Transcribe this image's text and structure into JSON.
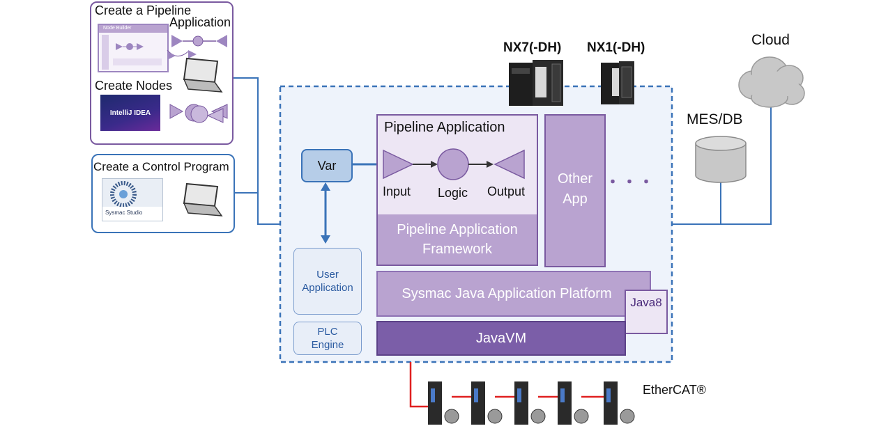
{
  "dev_panel_top": {
    "title_line1": "Create a Pipeline",
    "title_line2": "Application",
    "node_builder_label": "Node Builder",
    "nodes_title": "Create Nodes",
    "ide_logo": "IntelliJ IDEA"
  },
  "dev_panel_bottom": {
    "title": "Create a Control Program",
    "studio_label": "Sysmac Studio"
  },
  "controller": {
    "var_label": "Var",
    "user_app_label": "User Application",
    "plc_label": "PLC Engine",
    "pipeline_app_title": "Pipeline Application",
    "input_label": "Input",
    "logic_label": "Logic",
    "output_label": "Output",
    "framework_line1": "Pipeline Application",
    "framework_line2": "Framework",
    "other_line1": "Other",
    "other_line2": "App",
    "ellipsis": "・・・",
    "platform_label": "Sysmac Java Application Platform",
    "java_label": "Java8",
    "jvm_label": "JavaVM"
  },
  "hardware": {
    "nx7_label": "NX7(-DH)",
    "nx1_label": "NX1(-DH)",
    "ethercat_label": "EtherCAT®"
  },
  "cloud": {
    "label": "Cloud",
    "db_label": "MES/DB"
  },
  "colors": {
    "connector_blue": "#3a73b8",
    "ethercat_red": "#e02020",
    "purple_border": "#7a5aa0",
    "lavender": "#b9a3d0",
    "jvm_purple": "#7b5ea8"
  }
}
